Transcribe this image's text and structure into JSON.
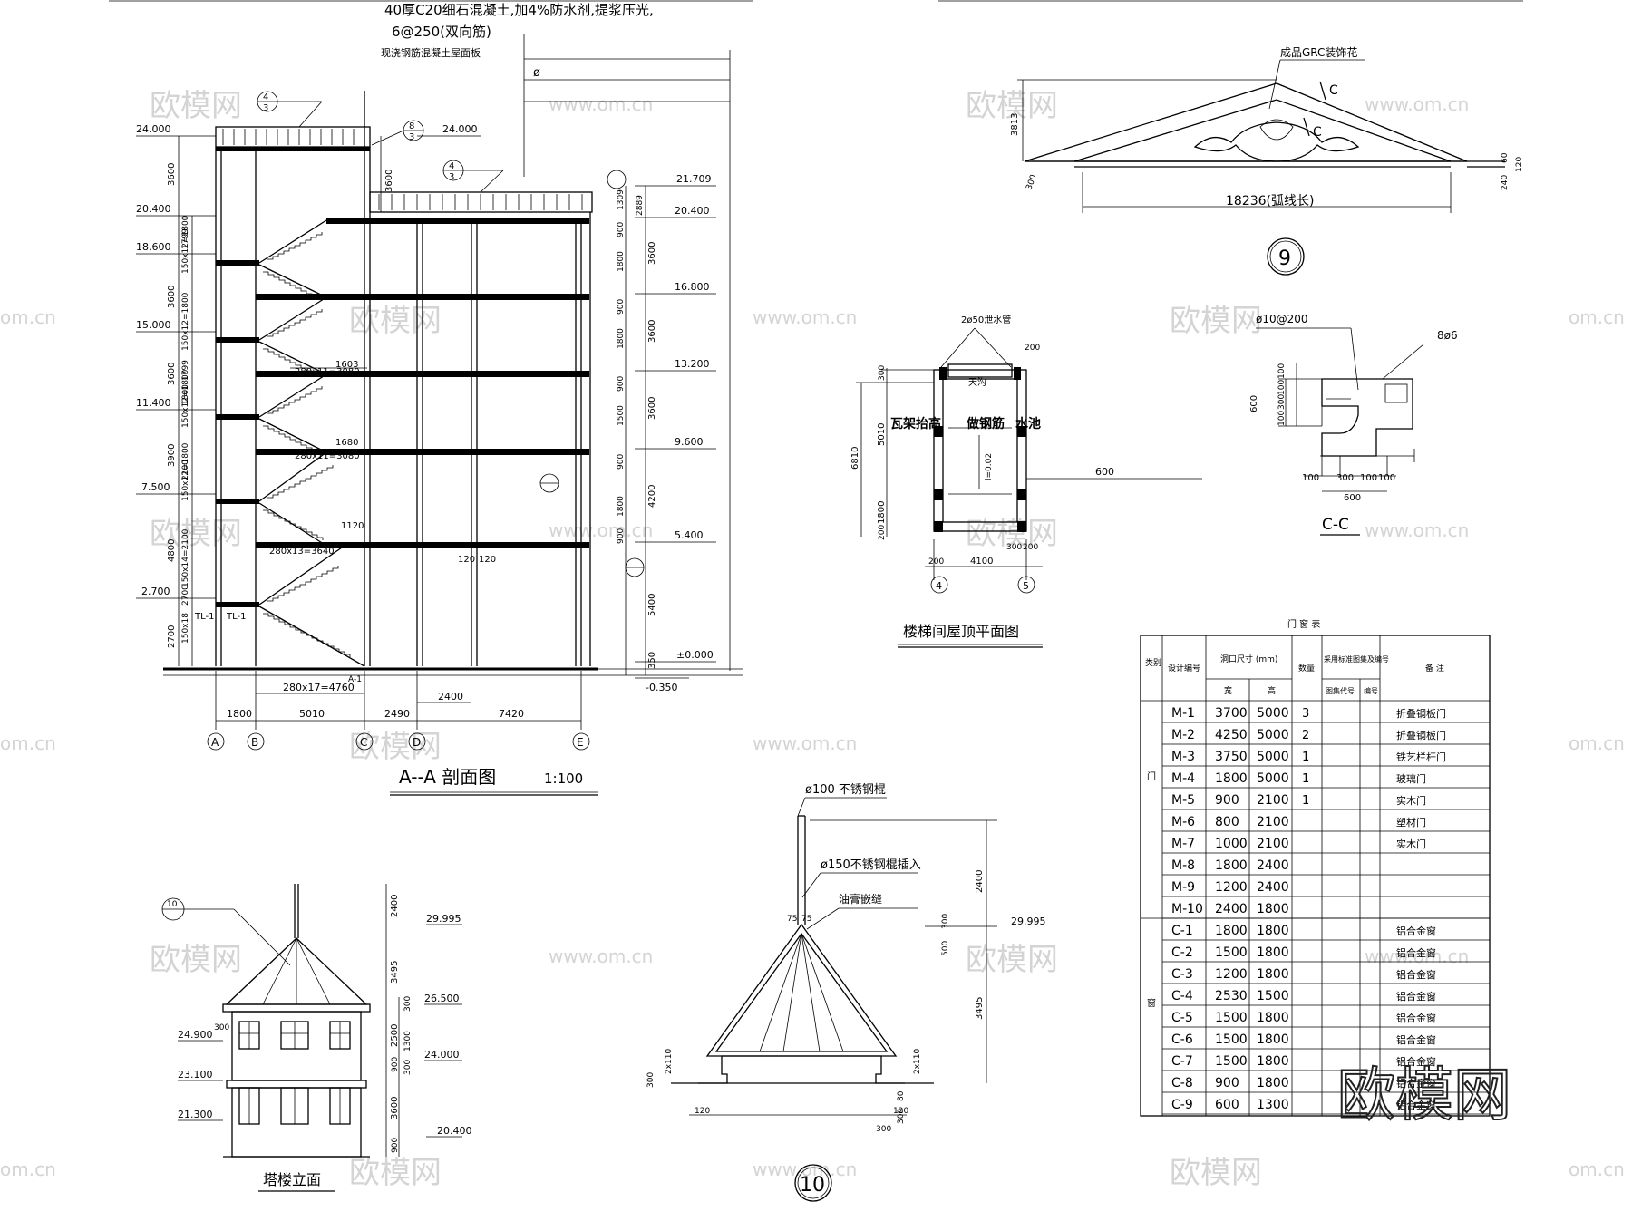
{
  "section_aa": {
    "title": "A--A 剖面图",
    "scale": "1:100",
    "note_line1": "40厚C20细石混凝土,加4%防水剂,提浆压光,",
    "note_line2": "6@250(双向筋)",
    "note_line3": "现浇钢筋混凝土屋面板",
    "phi": "ø",
    "callout_4_3": "4",
    "callout_4_3b": "3",
    "callout_8_3": "8",
    "callout_8_3b": "3",
    "axis_labels": [
      "A",
      "B",
      "C",
      "D",
      "E"
    ],
    "bottom_dims": [
      "1800",
      "5010",
      "2490",
      "7420"
    ],
    "stair_total": "280x17=4760",
    "dim_2400": "2400",
    "left_levels": [
      "24.000",
      "20.400",
      "18.600",
      "15.000",
      "11.400",
      "7.500",
      "2.700"
    ],
    "right_levels": [
      "21.709",
      "20.400",
      "16.800",
      "13.200",
      "9.600",
      "5.400",
      "±0.000",
      "-0.350"
    ],
    "mid_level": "24.000",
    "left_dims": [
      "3600",
      "150x12=1800",
      "1799",
      "3600",
      "150x12=1800",
      "1800",
      "3600",
      "150x12=1800",
      "1799",
      "3900",
      "150x12=1800",
      "2100",
      "4800",
      "150x14=2100",
      "2700",
      "2700",
      "150x18"
    ],
    "stair_dims": [
      "280x11=3080",
      "1603",
      "280x11=3080",
      "1680",
      "280x13=3640",
      "1120"
    ],
    "tl_labels": [
      "TL-1",
      "TL-1"
    ],
    "right_dims": [
      "1309",
      "2889",
      "900",
      "1800",
      "900",
      "1800",
      "900",
      "1500",
      "900",
      "1800",
      "900",
      "3600",
      "3600",
      "3600",
      "4200",
      "5400",
      "350"
    ],
    "roof_dim": "3600",
    "dim_120": "120",
    "dim_120b": "120",
    "bottom_tag": "A-1"
  },
  "pediment": {
    "label": "成品GRC装饰花",
    "section_mark": "C",
    "height": "3813",
    "span": "18236(弧线长)",
    "detail_no": "9",
    "right_dims": [
      "240",
      "60",
      "120"
    ],
    "left_dim": "300"
  },
  "stair_roof": {
    "title": "楼梯间屋顶平面图",
    "pipe": "2ø50泄水管",
    "labels": [
      "瓦架抬高",
      "做钢筋",
      "水池"
    ],
    "slope": "i=0.02",
    "dims_left": [
      "6810",
      "5010",
      "1800",
      "200"
    ],
    "dims_bottom": [
      "200",
      "4100",
      "300",
      "200"
    ],
    "top_dims": [
      "300",
      "200"
    ],
    "axis_labels": [
      "4",
      "5"
    ],
    "leader_dim": "600",
    "gutter": "天沟"
  },
  "section_cc": {
    "title": "C-C",
    "rebar": "ø10@200",
    "rebar2": "8ø6",
    "dims_left": [
      "600",
      "100",
      "300",
      "100",
      "100"
    ],
    "dims_bottom": [
      "100",
      "300",
      "100",
      "100",
      "600"
    ]
  },
  "door_window_table": {
    "title": "门 窗 表",
    "headers": {
      "type": "类别",
      "code": "设计编号",
      "size": "洞口尺寸 (mm)",
      "width": "宽",
      "height": "高",
      "count": "数量",
      "std": "采用标准图集及编号",
      "atlas": "图集代号",
      "num": "编号",
      "remark": "备 注"
    },
    "group_door": "门",
    "group_window": "窗",
    "rows": [
      [
        "M-1",
        "3700",
        "5000",
        "3",
        "折叠钢板门"
      ],
      [
        "M-2",
        "4250",
        "5000",
        "2",
        "折叠钢板门"
      ],
      [
        "M-3",
        "3750",
        "5000",
        "1",
        "铁艺栏杆门"
      ],
      [
        "M-4",
        "1800",
        "5000",
        "1",
        "玻璃门"
      ],
      [
        "M-5",
        "900",
        "2100",
        "1",
        "实木门"
      ],
      [
        "M-6",
        "800",
        "2100",
        "",
        "塑材门"
      ],
      [
        "M-7",
        "1000",
        "2100",
        "",
        "实木门"
      ],
      [
        "M-8",
        "1800",
        "2400",
        "",
        ""
      ],
      [
        "M-9",
        "1200",
        "2400",
        "",
        ""
      ],
      [
        "M-10",
        "2400",
        "1800",
        "",
        ""
      ],
      [
        "C-1",
        "1800",
        "1800",
        "",
        "铝合金窗"
      ],
      [
        "C-2",
        "1500",
        "1800",
        "",
        "铝合金窗"
      ],
      [
        "C-3",
        "1200",
        "1800",
        "",
        "铝合金窗"
      ],
      [
        "C-4",
        "2530",
        "1500",
        "",
        "铝合金窗"
      ],
      [
        "C-5",
        "1500",
        "1800",
        "",
        "铝合金窗"
      ],
      [
        "C-6",
        "1500",
        "1800",
        "",
        "铝合金窗"
      ],
      [
        "C-7",
        "1500",
        "1800",
        "",
        "铝合金窗"
      ],
      [
        "C-8",
        "900",
        "1800",
        "",
        "铝合金窗"
      ],
      [
        "C-9",
        "600",
        "1300",
        "",
        "铝合金窗"
      ]
    ]
  },
  "tower": {
    "title": "塔楼立面",
    "callout": "10",
    "levels_right": [
      "29.995",
      "26.500",
      "24.000",
      "20.400"
    ],
    "levels_left": [
      "24.900",
      "23.100",
      "21.300"
    ],
    "dims": [
      "2400",
      "3495",
      "300",
      "2500",
      "900",
      "1300",
      "300",
      "3600",
      "900"
    ],
    "dims_left": [
      "300"
    ]
  },
  "spire": {
    "labels": [
      "ø100 不锈钢棍",
      "ø150不锈钢棍插入",
      "油膏嵌缝"
    ],
    "level": "29.995",
    "dims_right": [
      "2400",
      "500",
      "300",
      "3495",
      "2x110",
      "80",
      "300"
    ],
    "dims_left": [
      "2x110",
      "300"
    ],
    "dims_bottom": [
      "120",
      "300",
      "120"
    ],
    "top_dims": [
      "75",
      "75"
    ],
    "detail_no": "10"
  },
  "watermarks": {
    "brand": "欧模网",
    "url": "www.om.cn",
    "url_short": "om.cn",
    "big": "欧模网"
  }
}
